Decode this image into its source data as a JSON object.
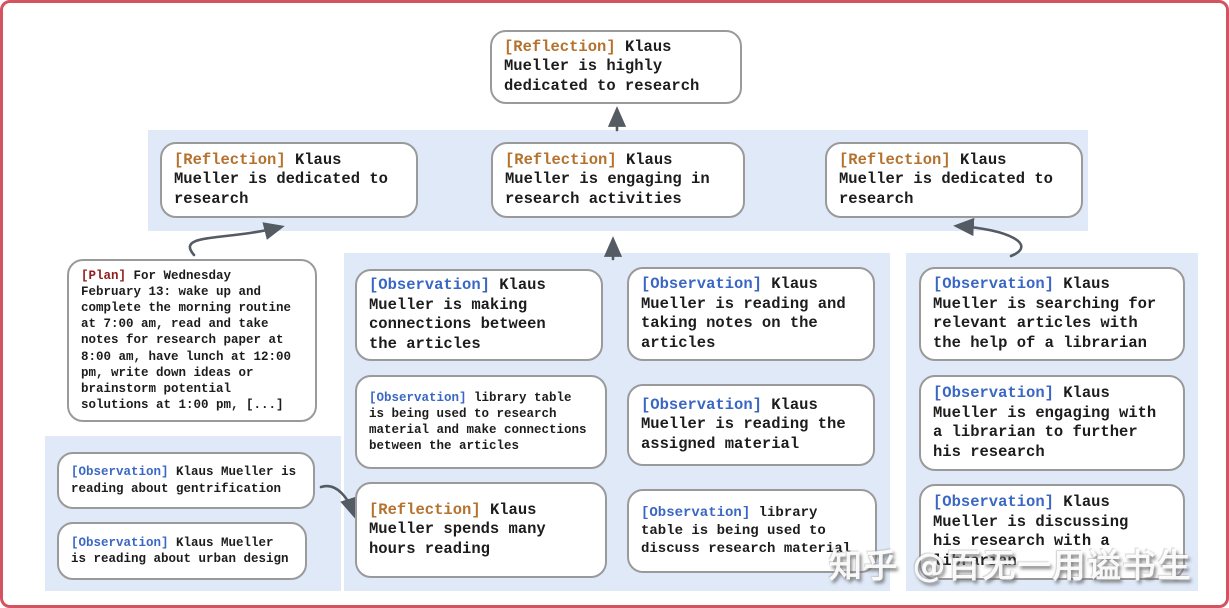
{
  "colors": {
    "frame": "#d45360",
    "band": "#dfe9f8",
    "border": "#9a9a9a",
    "text": "#1c1c1c",
    "arrow": "#555b63",
    "reflection": "#b5722e",
    "observation": "#3a67c4",
    "plan": "#8e2020"
  },
  "nodes": {
    "top": {
      "tag": "[Reflection]",
      "text": "Klaus\nMueller is highly\ndedicated to research"
    },
    "ref1": {
      "tag": "[Reflection]",
      "text": "Klaus\nMueller is dedicated to\nresearch"
    },
    "ref2": {
      "tag": "[Reflection]",
      "text": "Klaus\nMueller is engaging in\nresearch activities"
    },
    "ref3": {
      "tag": "[Reflection]",
      "text": "Klaus\nMueller is dedicated to\nresearch"
    },
    "plan": {
      "tag": "[Plan]",
      "text": "For Wednesday\nFebruary 13: wake up and\ncomplete the morning routine\nat 7:00 am, read and take\nnotes for research paper at\n8:00 am, have lunch at 12:00\npm, write down ideas or\nbrainstorm potential\nsolutions at 1:00 pm, [...]"
    },
    "obsL1": {
      "tag": "[Observation]",
      "text": "Klaus Mueller is\nreading about gentrification"
    },
    "obsL2": {
      "tag": "[Observation]",
      "text": "Klaus Mueller\nis reading about urban design"
    },
    "obsM1": {
      "tag": "[Observation]",
      "text": "Klaus\nMueller is making\nconnections between\nthe articles"
    },
    "obsM2": {
      "tag": "[Observation]",
      "text": "library table\nis being used to research\nmaterial and make connections\nbetween the articles"
    },
    "refM": {
      "tag": "[Reflection]",
      "text": "Klaus\nMueller spends many\nhours reading"
    },
    "obsM3": {
      "tag": "[Observation]",
      "text": "Klaus\nMueller is reading and\ntaking notes on the\narticles"
    },
    "obsM4": {
      "tag": "[Observation]",
      "text": "Klaus\nMueller is reading the\nassigned material"
    },
    "obsM5": {
      "tag": "[Observation]",
      "text": "library\ntable is being used to\ndiscuss research material"
    },
    "obsR1": {
      "tag": "[Observation]",
      "text": "Klaus\nMueller is searching for\nrelevant articles with\nthe help of a librarian"
    },
    "obsR2": {
      "tag": "[Observation]",
      "text": "Klaus\nMueller is engaging with\na librarian to further\nhis research"
    },
    "obsR3": {
      "tag": "[Observation]",
      "text": "Klaus\nMueller is discussing\nhis research with a\nlibrarian"
    }
  },
  "watermark": "知乎 @百无一用谥书生"
}
